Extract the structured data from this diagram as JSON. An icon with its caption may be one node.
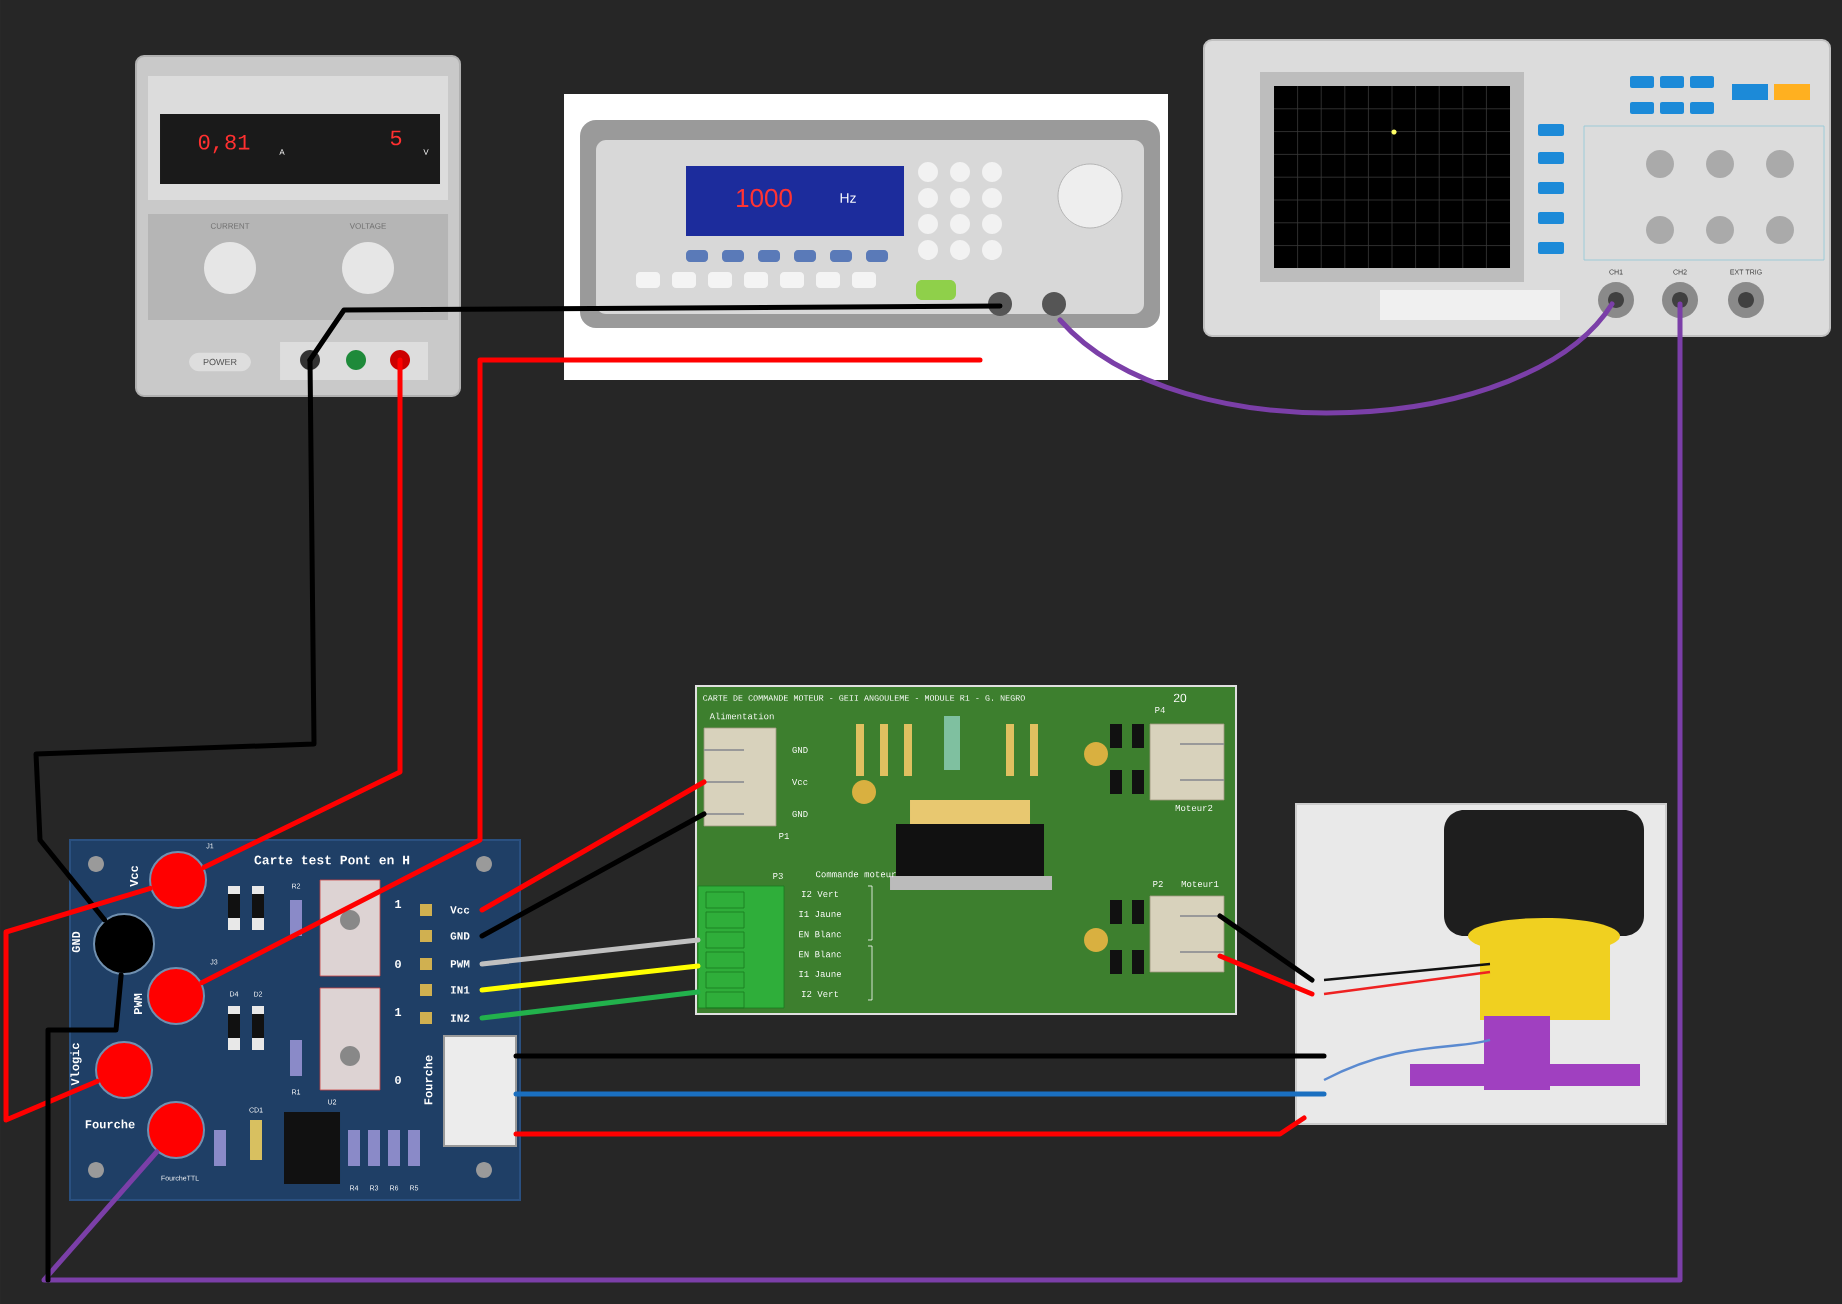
{
  "diagram": {
    "nodes": [
      {
        "text": [
          "0,81",
          "A",
          "5",
          "V",
          "CURRENT",
          "VOLTAGE",
          "POWER"
        ]
      },
      {
        "text": [
          "1000",
          "Hz"
        ]
      },
      {
        "text": [
          "CH1",
          "CH2",
          "EXT TRIG"
        ]
      },
      {
        "text": [
          "Carte test Pont en H",
          "1",
          "0",
          "1",
          "0",
          "J1",
          "J3",
          "D4",
          "D2",
          "R2",
          "R1",
          "U2",
          "CD1",
          "R4",
          "R3",
          "R6",
          "R5",
          "FourcheTTL"
        ]
      },
      {
        "text": [
          "Vcc"
        ],
        "in": 3
      },
      {
        "text": [
          "GND"
        ],
        "in": 3
      },
      {
        "text": [
          "PWM"
        ],
        "in": 3
      },
      {
        "text": [
          "Vlogic"
        ],
        "in": 3
      },
      {
        "text": [
          "Fourche"
        ],
        "in": 3
      },
      {
        "text": [
          "Vcc"
        ],
        "in": 3
      },
      {
        "text": [
          "GND"
        ],
        "in": 3
      },
      {
        "text": [
          "PWM"
        ],
        "in": 3
      },
      {
        "text": [
          "IN1"
        ],
        "in": 3
      },
      {
        "text": [
          "IN2"
        ],
        "in": 3
      },
      {
        "text": [
          "Fourche"
        ],
        "in": 3
      },
      {
        "text": [
          "CARTE DE COMMANDE MOTEUR - GEII ANGOULEME - MODULE R1 - G. NEGRO",
          "20",
          "Commande moteur",
          "I2 Vert",
          "I1 Jaune",
          "EN Blanc",
          "EN Blanc",
          "I1 Jaune",
          "I2 Vert"
        ]
      },
      {
        "text": [
          "Alimentation",
          "GND",
          "Vcc",
          "GND",
          "P1"
        ],
        "in": 15
      },
      {
        "text": [
          "P3"
        ],
        "in": 15
      },
      {
        "text": [
          "P4",
          "Moteur2"
        ],
        "in": 15
      },
      {
        "text": [
          "P2",
          "Moteur1"
        ],
        "in": 15
      },
      {
        "text": [],
        "shape": "picture"
      }
    ],
    "edges": [
      {
        "from": 0,
        "to": 1,
        "arrow": "none",
        "color": "#000000"
      },
      {
        "from": 0,
        "to": 4,
        "arrow": "none",
        "color": "#ff0000"
      },
      {
        "from": 0,
        "to": 5,
        "arrow": "none",
        "color": "#000000"
      },
      {
        "from": 1,
        "to": 6,
        "arrow": "none",
        "color": "#ff0000"
      },
      {
        "from": 1,
        "to": 2,
        "arrow": "none",
        "color": "#7b3fa8"
      },
      {
        "from": 4,
        "to": 7,
        "arrow": "none",
        "color": "#ff0000"
      },
      {
        "from": 2,
        "to": 8,
        "arrow": "none",
        "color": "#7b3fa8"
      },
      {
        "from": 5,
        "to": null,
        "arrow": "none",
        "color": "#000000"
      },
      {
        "from": 9,
        "to": 16,
        "arrow": "none",
        "color": "#ff0000"
      },
      {
        "from": 10,
        "to": 16,
        "arrow": "none",
        "color": "#000000"
      },
      {
        "from": 11,
        "to": 17,
        "arrow": "none",
        "color": "#c0c0c0"
      },
      {
        "from": 12,
        "to": 17,
        "arrow": "none",
        "color": "#ffff00"
      },
      {
        "from": 13,
        "to": 17,
        "arrow": "none",
        "color": "#22b14c"
      },
      {
        "from": 14,
        "to": 20,
        "arrow": "none",
        "color": "#000000"
      },
      {
        "from": 14,
        "to": 20,
        "arrow": "none",
        "color": "#1a6fc0"
      },
      {
        "from": 14,
        "to": 20,
        "arrow": "none",
        "color": "#ff0000"
      },
      {
        "from": 19,
        "to": 20,
        "arrow": "none",
        "color": "#000000"
      },
      {
        "from": 19,
        "to": 20,
        "arrow": "none",
        "color": "#ff0000"
      }
    ]
  }
}
